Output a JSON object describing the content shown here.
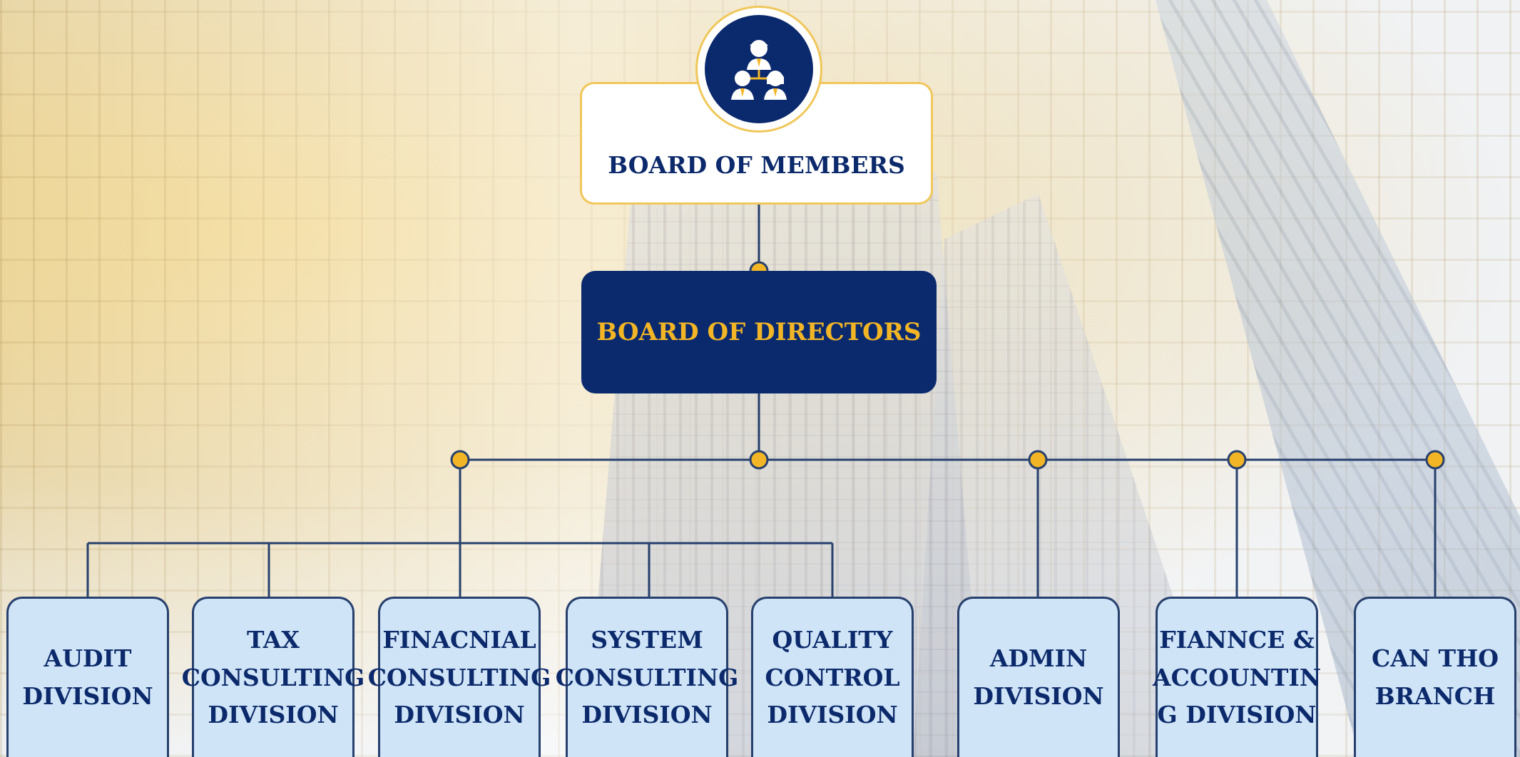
{
  "colors": {
    "navy": "#0b2a6e",
    "gold": "#f2b526",
    "division_fill": "#cfe4f7",
    "connector": "#27406d"
  },
  "top": {
    "icon": "people-group-icon",
    "board_members": "BOARD OF MEMBERS",
    "board_directors": "BOARD OF DIRECTORS"
  },
  "divisions": [
    {
      "label": "AUDIT\nDIVISION"
    },
    {
      "label": "TAX\nCONSULTING\nDIVISION"
    },
    {
      "label": "FINACNIAL\nCONSULTING\nDIVISION"
    },
    {
      "label": "SYSTEM\nCONSULTING\nDIVISION"
    },
    {
      "label": "QUALITY\nCONTROL\nDIVISION"
    },
    {
      "label": "ADMIN\nDIVISION"
    },
    {
      "label": "FIANNCE &\nACCOUNTIN\nG DIVISION"
    },
    {
      "label": "CAN THO\nBRANCH"
    }
  ]
}
